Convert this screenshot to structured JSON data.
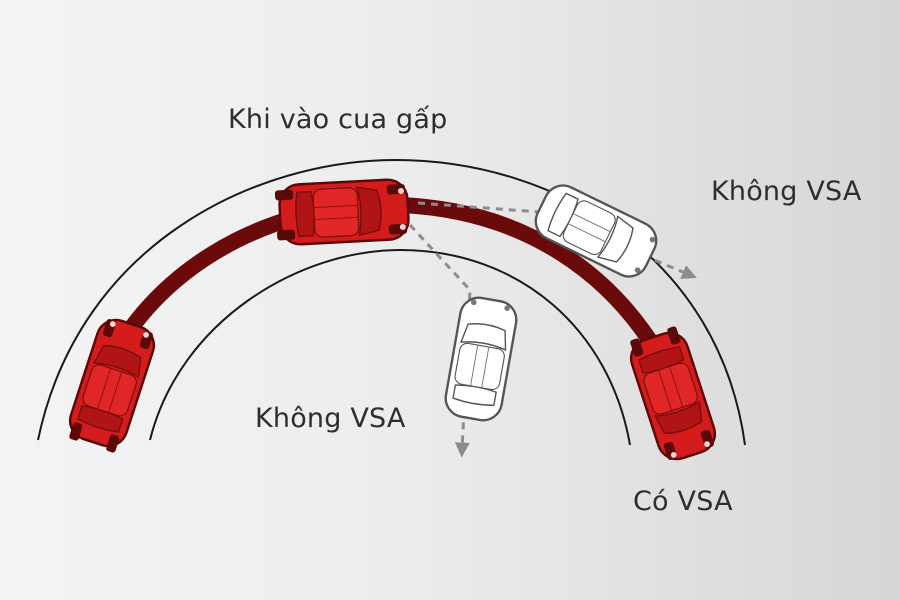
{
  "title": "Khi vào cua gấp",
  "labels": {
    "no_vsa_outer": "Không VSA",
    "no_vsa_inner": "Không VSA",
    "with_vsa": "Có VSA"
  },
  "colors": {
    "path": "#6b0a0a",
    "car_red": "#d41c1c",
    "car_white": "#ffffff",
    "road_line": "#1a1a1a",
    "arrow": "#8c8c8c",
    "text": "#2e2e2e"
  }
}
